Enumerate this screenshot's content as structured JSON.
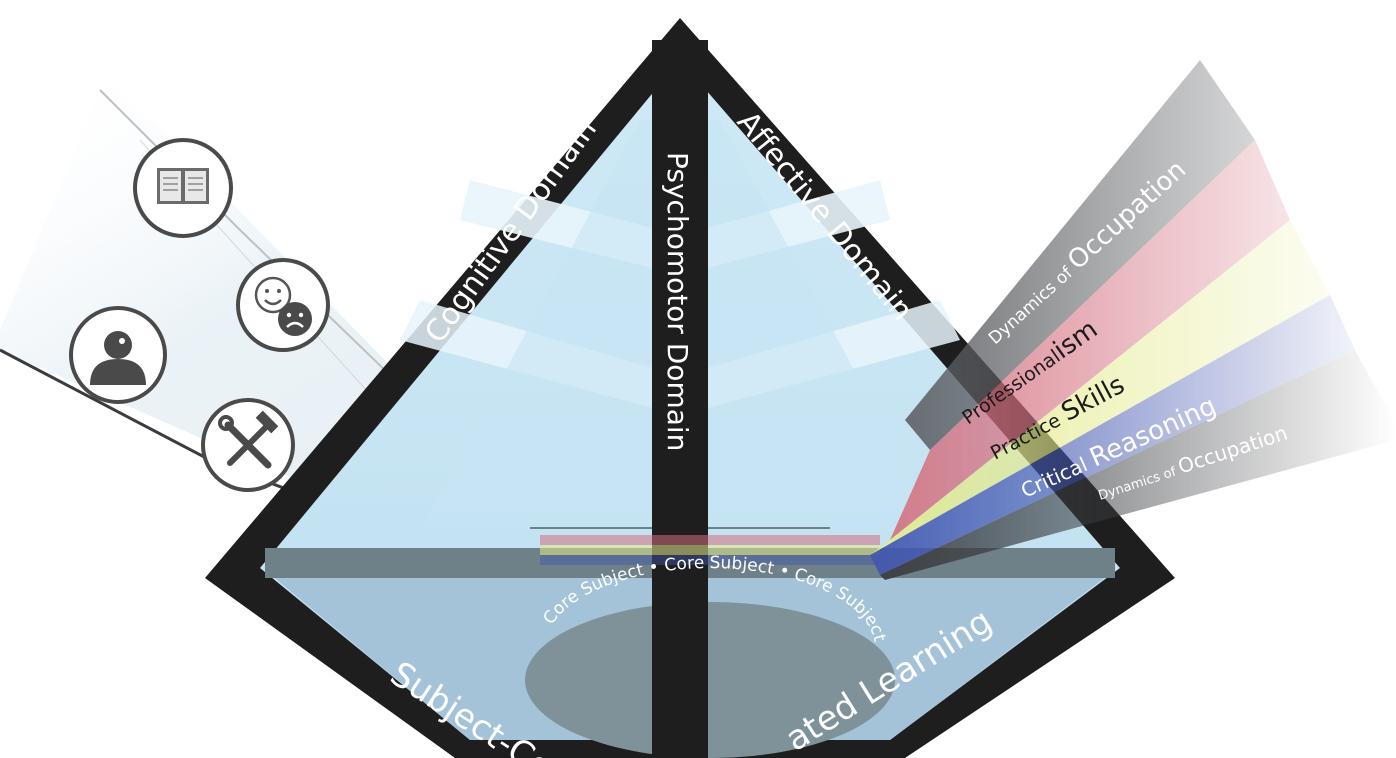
{
  "domains": {
    "cognitive": "Cognitive Domain",
    "psychomotor": "Psychomotor Domain",
    "affective": "Affective Domain"
  },
  "base": {
    "left_label": "Subject-Ce",
    "right_label": "ated Learning",
    "core_text": "Core Subject • Core Subject • Core Subject •"
  },
  "beams": [
    {
      "label_pre": "Dynamics of ",
      "label_main": "Occupation",
      "color": "#5a5c60",
      "text_color": "#ffffff"
    },
    {
      "label_pre": "Professional",
      "label_main": "ism",
      "color": "#d4707f",
      "text_color": "#1a1a1a"
    },
    {
      "label_pre": "Practice ",
      "label_main": "Skills",
      "color": "#e4ea8c",
      "text_color": "#1a1a1a"
    },
    {
      "label_pre": "Critical ",
      "label_main": "Reasoning",
      "color": "#4356b0",
      "text_color": "#ffffff"
    },
    {
      "label_pre": "Dynamics of ",
      "label_main": "Occupation",
      "color": "#3a3c40",
      "text_color": "#ffffff"
    }
  ],
  "icons": [
    {
      "name": "book-icon"
    },
    {
      "name": "smile-frown-icon"
    },
    {
      "name": "person-thinking-icon"
    },
    {
      "name": "tools-icon"
    }
  ],
  "colors": {
    "frame": "#1e1e1e",
    "glass": "#d3ecf7",
    "floor": "#a4c3d9",
    "floor_band": "#6e8088",
    "ellipse": "#7f929a"
  }
}
